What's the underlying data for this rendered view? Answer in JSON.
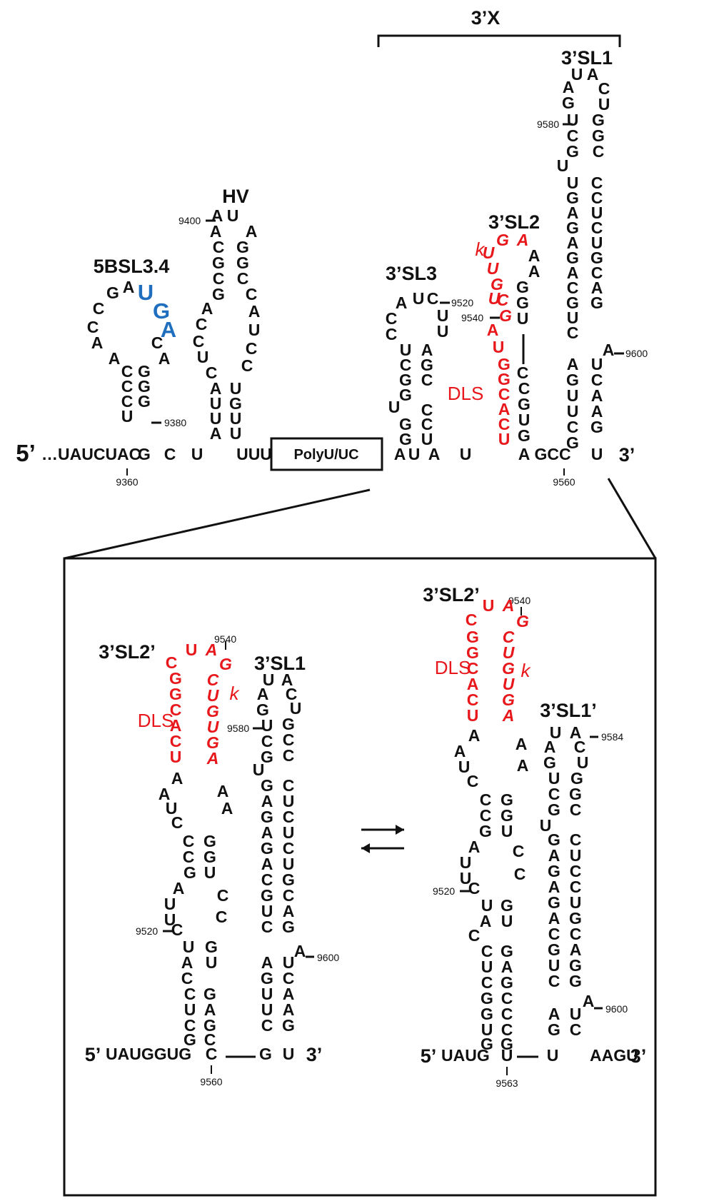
{
  "top": {
    "group_label": "3’X",
    "five_prime": "5’",
    "three_prime": "3’",
    "leading_seq": "…UAUCUAC",
    "box_label": "PolyU/UC",
    "labels": {
      "l5bsl": "5BSL3.4",
      "hv": "HV",
      "sl3": "3’SL3",
      "sl2": "3’SL2",
      "sl1": "3’SL1",
      "dls": "DLS",
      "k": "k"
    },
    "numbers": [
      "9360",
      "9380",
      "9400",
      "9520",
      "9540",
      "9560",
      "9580",
      "9600"
    ]
  },
  "inset_left": {
    "five_prime": "5’",
    "three_prime": "3’",
    "leading_seq": "UAUGGUG",
    "labels": {
      "sl2p": "3’SL2’",
      "sl1": "3’SL1",
      "dls": "DLS",
      "k": "k"
    },
    "numbers": [
      "9540",
      "9580",
      "9520",
      "9600",
      "9560"
    ]
  },
  "inset_right": {
    "five_prime": "5’",
    "three_prime": "3’",
    "leading_seq": "UAUG",
    "trailing_seq": "AAGU",
    "labels": {
      "sl2p": "3’SL2’",
      "sl1p": "3’SL1’",
      "dls": "DLS",
      "k": "k"
    },
    "numbers": [
      "9540",
      "9584",
      "9520",
      "9600",
      "9563"
    ]
  }
}
